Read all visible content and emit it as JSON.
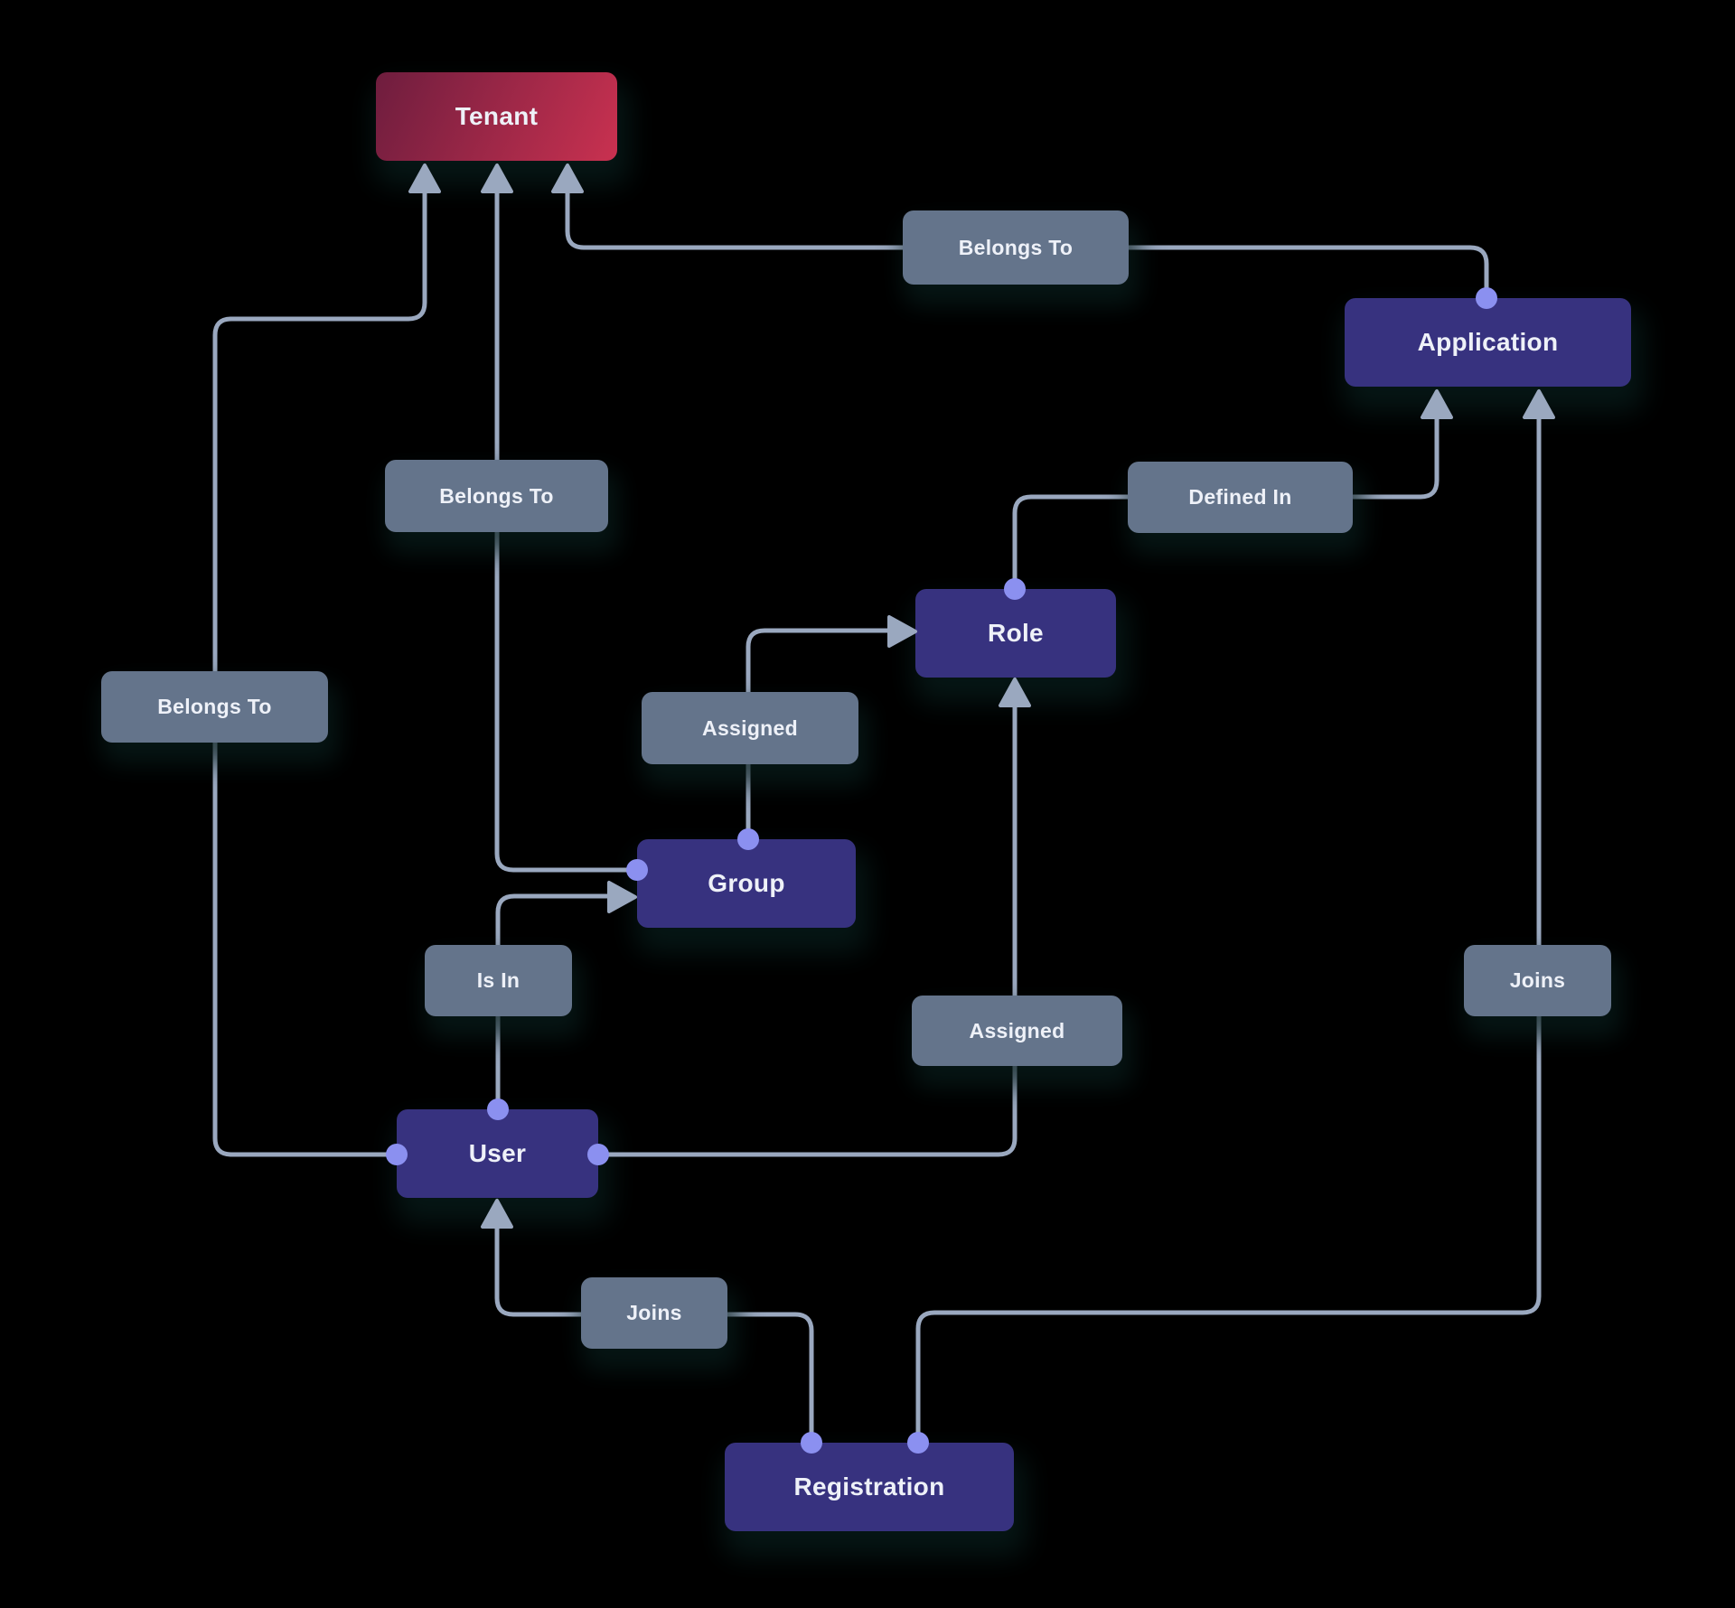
{
  "diagram": {
    "type": "entity-relationship-flow",
    "nodes": [
      {
        "id": "tenant",
        "label": "Tenant"
      },
      {
        "id": "application",
        "label": "Application"
      },
      {
        "id": "role",
        "label": "Role"
      },
      {
        "id": "group",
        "label": "Group"
      },
      {
        "id": "user",
        "label": "User"
      },
      {
        "id": "registration",
        "label": "Registration"
      }
    ],
    "edges": [
      {
        "from": "Application",
        "to": "Tenant",
        "label": "Belongs To"
      },
      {
        "from": "Group",
        "to": "Tenant",
        "label": "Belongs To"
      },
      {
        "from": "User",
        "to": "Tenant",
        "label": "Belongs To"
      },
      {
        "from": "Role",
        "to": "Application",
        "label": "Defined In"
      },
      {
        "from": "Group",
        "to": "Role",
        "label": "Assigned"
      },
      {
        "from": "User",
        "to": "Role",
        "label": "Assigned"
      },
      {
        "from": "User",
        "to": "Group",
        "label": "Is In"
      },
      {
        "from": "Registration",
        "to": "User",
        "label": "Joins"
      },
      {
        "from": "Registration",
        "to": "Application",
        "label": "Joins"
      }
    ],
    "colors": {
      "background": "#000000",
      "node_fill": "#37327f",
      "tenant_gradient_start": "#6e1d3e",
      "tenant_gradient_end": "#c93150",
      "edge_line": "#9aa8bf",
      "edge_label_fill": "#64748b",
      "handle": "#8b90f0",
      "text": "#eef1f8"
    }
  }
}
